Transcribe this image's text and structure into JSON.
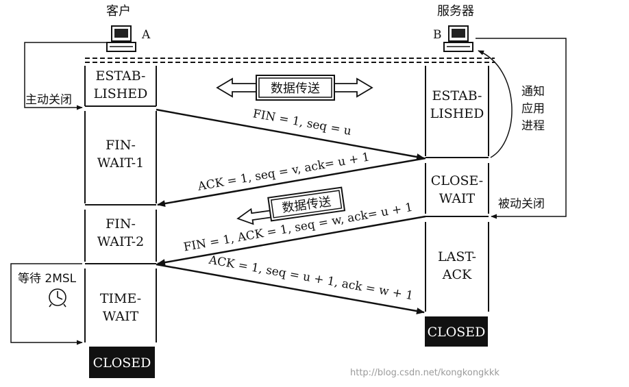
{
  "client": {
    "title": "客户",
    "host_label": "A"
  },
  "server": {
    "title": "服务器",
    "host_label": "B"
  },
  "client_states": {
    "established": [
      "ESTAB-",
      "LISHED"
    ],
    "fin_wait_1": [
      "FIN-",
      "WAIT-1"
    ],
    "fin_wait_2": [
      "FIN-",
      "WAIT-2"
    ],
    "time_wait": [
      "TIME-",
      "WAIT"
    ],
    "closed": "CLOSED"
  },
  "server_states": {
    "established": [
      "ESTAB-",
      "LISHED"
    ],
    "close_wait": [
      "CLOSE-",
      "WAIT"
    ],
    "last_ack": [
      "LAST-",
      "ACK"
    ],
    "closed": "CLOSED"
  },
  "labels": {
    "active_close": "主动关闭",
    "passive_close": "被动关闭",
    "notify_app": [
      "通知",
      "应用",
      "进程"
    ],
    "wait_2msl": "等待 2MSL",
    "data_transfer_1": "数据传送",
    "data_transfer_2": "数据传送"
  },
  "messages": {
    "fin1": "FIN = 1, seq = u",
    "ack1": "ACK = 1, seq = v, ack= u + 1",
    "fin2": "FIN = 1, ACK = 1, seq = w, ack= u + 1",
    "ack2": "ACK = 1, seq = u + 1, ack = w + 1"
  },
  "icons": {
    "computer": "computer-icon",
    "clock": "clock-icon"
  },
  "watermark": "http://blog.csdn.net/kongkongkkk"
}
